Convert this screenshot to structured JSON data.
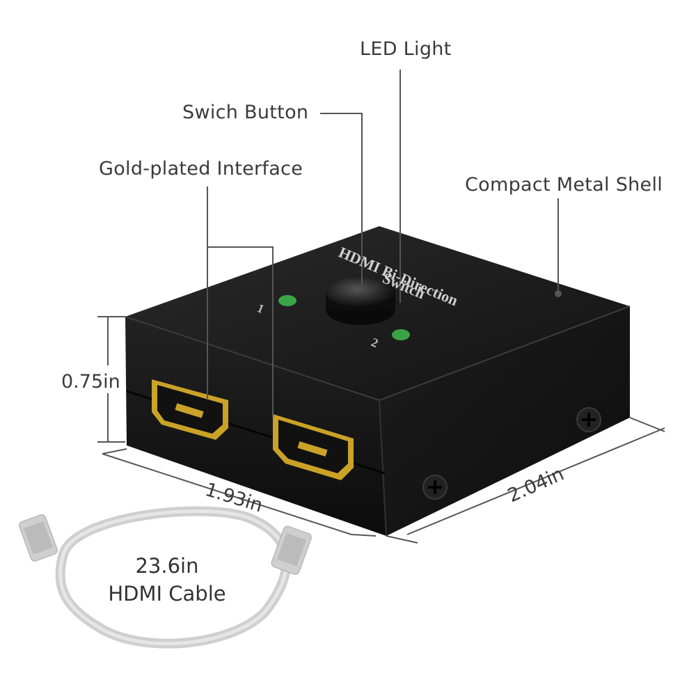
{
  "callouts": {
    "led_light": "LED Light",
    "switch_button": "Swich Button",
    "gold_interface": "Gold-plated Interface",
    "metal_shell": "Compact Metal Shell"
  },
  "device": {
    "top_text_line1": "HDMI Bi-Direction",
    "top_text_line2": "Switch",
    "port1_label": "1",
    "port2_label": "2"
  },
  "dimensions": {
    "height": "0.75in",
    "width": "1.93in",
    "depth": "2.04in"
  },
  "cable": {
    "length": "23.6in",
    "name": "HDMI Cable"
  },
  "colors": {
    "shell": "#1b1b1b",
    "led": "#3fb24a",
    "gold": "#c9a227",
    "cable": "#cfcfcf"
  }
}
